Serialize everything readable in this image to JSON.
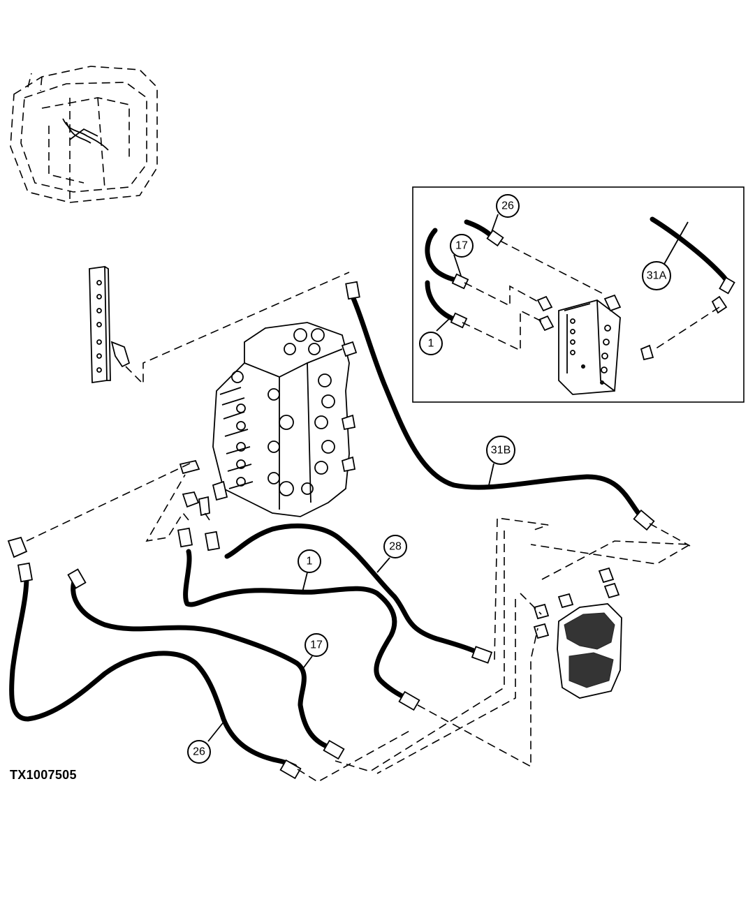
{
  "figure_id": "TX1007505",
  "callouts": {
    "inset_26": "26",
    "inset_17": "17",
    "inset_1": "1",
    "inset_31a": "31A",
    "main_31b": "31B",
    "main_28": "28",
    "main_1": "1",
    "main_17": "17",
    "main_26": "26"
  }
}
